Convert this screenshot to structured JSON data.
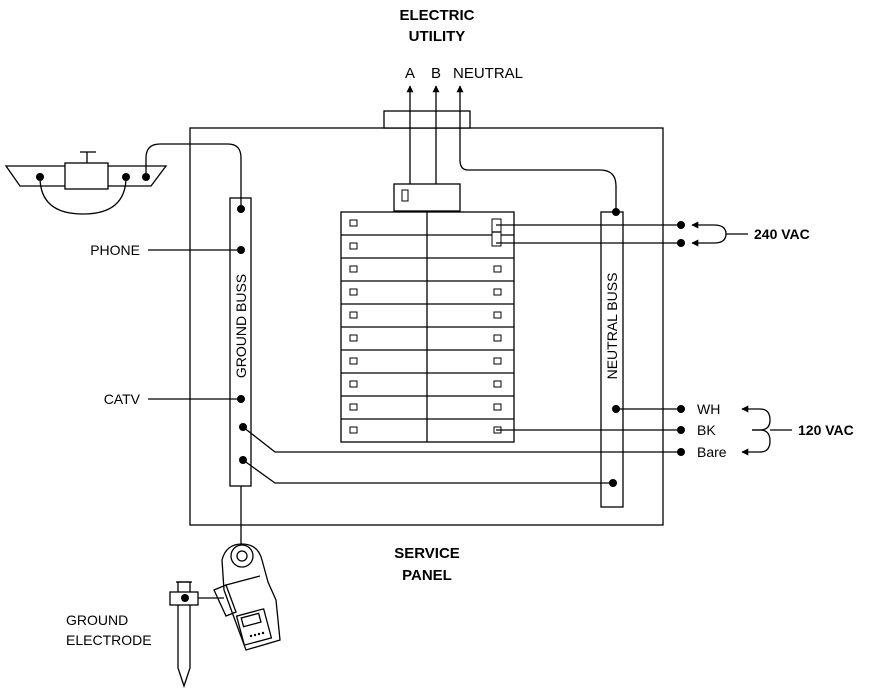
{
  "labels": {
    "utility_line1": "ELECTRIC",
    "utility_line2": "UTILITY",
    "phase_a": "A",
    "phase_b": "B",
    "neutral": "NEUTRAL",
    "ground_buss": "GROUND BUSS",
    "neutral_buss": "NEUTRAL BUSS",
    "phone": "PHONE",
    "catv": "CATV",
    "v240": "240 VAC",
    "v120": "120 VAC",
    "wh": "WH",
    "bk": "BK",
    "bare": "Bare",
    "panel_line1": "SERVICE",
    "panel_line2": "PANEL",
    "electrode_line1": "GROUND",
    "electrode_line2": "ELECTRODE"
  }
}
